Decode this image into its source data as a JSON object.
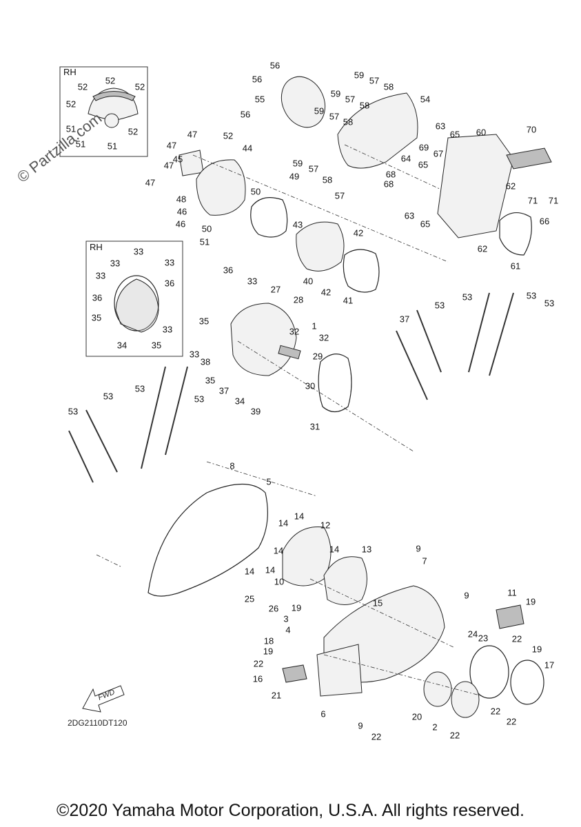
{
  "watermark": "© Partzilla.com",
  "diagram_code": "2DG2110DT120",
  "copyright": "©2020 Yamaha Motor Corporation, U.S.A. All rights reserved.",
  "fwd_label": "FWD",
  "insets": [
    {
      "title": "RH",
      "labels": [
        "52",
        "52",
        "52",
        "52",
        "52",
        "51",
        "51",
        "51"
      ]
    },
    {
      "title": "RH",
      "labels": [
        "33",
        "33",
        "33",
        "33",
        "36",
        "36",
        "35",
        "33",
        "34",
        "35"
      ]
    }
  ],
  "callouts": [
    "56",
    "56",
    "56",
    "55",
    "59",
    "57",
    "58",
    "59",
    "57",
    "58",
    "59",
    "57",
    "58",
    "54",
    "59",
    "57",
    "58",
    "57",
    "63",
    "65",
    "60",
    "70",
    "69",
    "67",
    "64",
    "65",
    "68",
    "68",
    "71",
    "71",
    "62",
    "63",
    "65",
    "66",
    "62",
    "61",
    "47",
    "52",
    "47",
    "45",
    "44",
    "47",
    "47",
    "50",
    "48",
    "46",
    "46",
    "50",
    "51",
    "49",
    "43",
    "42",
    "40",
    "42",
    "41",
    "36",
    "33",
    "27",
    "28",
    "35",
    "1",
    "32",
    "32",
    "29",
    "33",
    "38",
    "35",
    "37",
    "34",
    "39",
    "30",
    "31",
    "53",
    "53",
    "53",
    "53",
    "37",
    "53",
    "53",
    "53",
    "53",
    "8",
    "5",
    "14",
    "14",
    "12",
    "14",
    "14",
    "13",
    "14",
    "14",
    "10",
    "25",
    "26",
    "9",
    "7",
    "9",
    "11",
    "19",
    "15",
    "19",
    "3",
    "4",
    "24",
    "23",
    "22",
    "19",
    "18",
    "19",
    "22",
    "17",
    "16",
    "21",
    "20",
    "2",
    "6",
    "9",
    "22",
    "22",
    "22",
    "22"
  ],
  "colors": {
    "line": "#222222",
    "fill": "#f2f2f2",
    "shade": "#bdbdbd",
    "background": "#ffffff"
  }
}
